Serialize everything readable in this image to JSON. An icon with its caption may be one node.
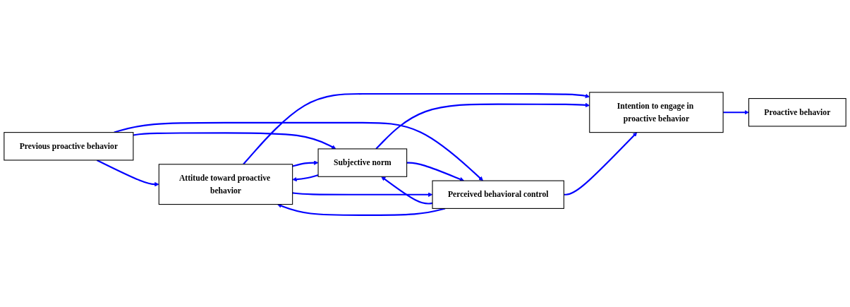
{
  "diagram": {
    "nodes": [
      {
        "text": [
          "Previous proactive behavior"
        ]
      },
      {
        "text": [
          "Attitude toward proactive behavior"
        ]
      },
      {
        "text": [
          "Subjective norm"
        ]
      },
      {
        "text": [
          "Perceived behavioral control"
        ]
      },
      {
        "text": [
          "Intention to engage in proactive behavior"
        ]
      },
      {
        "text": [
          "Proactive behavior"
        ]
      }
    ],
    "edges": [
      {
        "from": 0,
        "to": 1,
        "arrow": "to"
      },
      {
        "from": 0,
        "to": 2,
        "arrow": "to"
      },
      {
        "from": 0,
        "to": 3,
        "arrow": "to"
      },
      {
        "from": 2,
        "to": 1,
        "arrow": "to"
      },
      {
        "from": 1,
        "to": 2,
        "arrow": "to"
      },
      {
        "from": 3,
        "to": 2,
        "arrow": "to"
      },
      {
        "from": 2,
        "to": 3,
        "arrow": "to"
      },
      {
        "from": 3,
        "to": 1,
        "arrow": "to"
      },
      {
        "from": 1,
        "to": 3,
        "arrow": "to"
      },
      {
        "from": 1,
        "to": 4,
        "arrow": "to"
      },
      {
        "from": 2,
        "to": 4,
        "arrow": "to"
      },
      {
        "from": 3,
        "to": 4,
        "arrow": "to"
      },
      {
        "from": 4,
        "to": 5,
        "arrow": "to"
      }
    ]
  }
}
